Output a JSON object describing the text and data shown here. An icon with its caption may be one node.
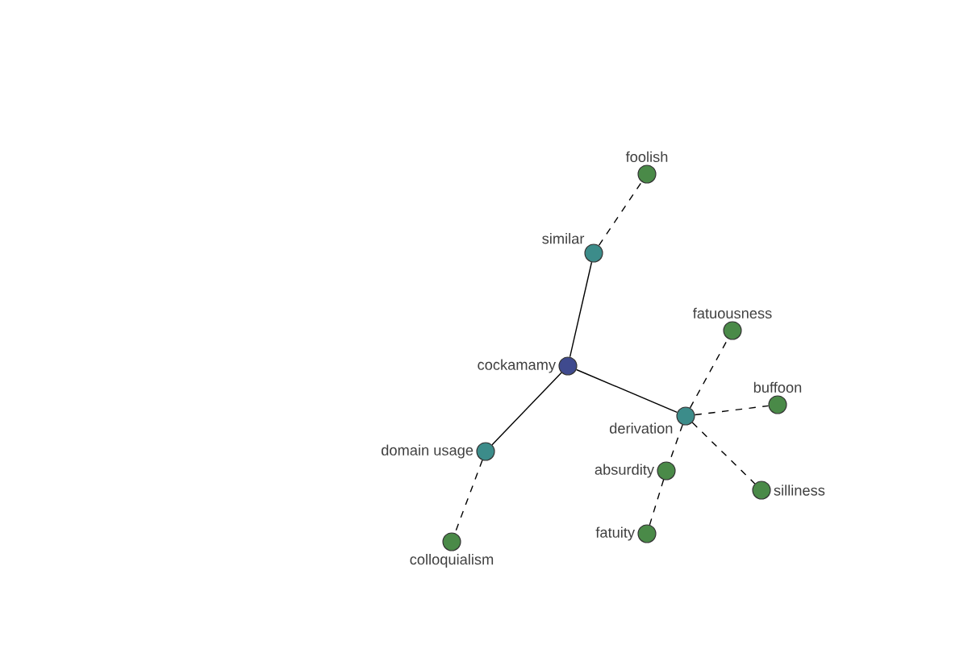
{
  "diagram": {
    "nodes": [
      {
        "text": [
          "cockamamy"
        ]
      },
      {
        "text": [
          "similar"
        ]
      },
      {
        "text": [
          "foolish"
        ]
      },
      {
        "text": [
          "domain usage"
        ]
      },
      {
        "text": [
          "colloquialism"
        ]
      },
      {
        "text": [
          "derivation"
        ]
      },
      {
        "text": [
          "fatuousness"
        ]
      },
      {
        "text": [
          "buffoon"
        ]
      },
      {
        "text": [
          "absurdity"
        ]
      },
      {
        "text": [
          "silliness"
        ]
      },
      {
        "text": [
          "fatuity"
        ]
      }
    ],
    "edges": [
      {
        "from": 0,
        "to": 1,
        "arrow": "none"
      },
      {
        "from": 1,
        "to": 2,
        "arrow": "none",
        "style": "dashed"
      },
      {
        "from": 0,
        "to": 3,
        "arrow": "none"
      },
      {
        "from": 3,
        "to": 4,
        "arrow": "none",
        "style": "dashed"
      },
      {
        "from": 0,
        "to": 5,
        "arrow": "none"
      },
      {
        "from": 5,
        "to": 6,
        "arrow": "none",
        "style": "dashed"
      },
      {
        "from": 5,
        "to": 7,
        "arrow": "none",
        "style": "dashed"
      },
      {
        "from": 5,
        "to": 8,
        "arrow": "none",
        "style": "dashed"
      },
      {
        "from": 5,
        "to": 9,
        "arrow": "none",
        "style": "dashed"
      },
      {
        "from": 8,
        "to": 10,
        "arrow": "none",
        "style": "dashed"
      }
    ]
  }
}
